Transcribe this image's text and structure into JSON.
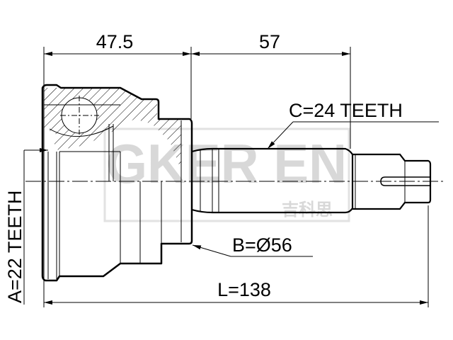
{
  "dimensions": {
    "housing_length": "47.5",
    "shaft_length": "57",
    "total_length": "L=138",
    "inner_spline": "A=22 TEETH",
    "outer_spline": "C=24 TEETH",
    "seal_diameter": "B=Ø56"
  },
  "watermark": {
    "latin": "GKER EN",
    "chinese": "吉科思"
  },
  "colors": {
    "line": "#000000",
    "watermark": "#d8d8d8"
  }
}
